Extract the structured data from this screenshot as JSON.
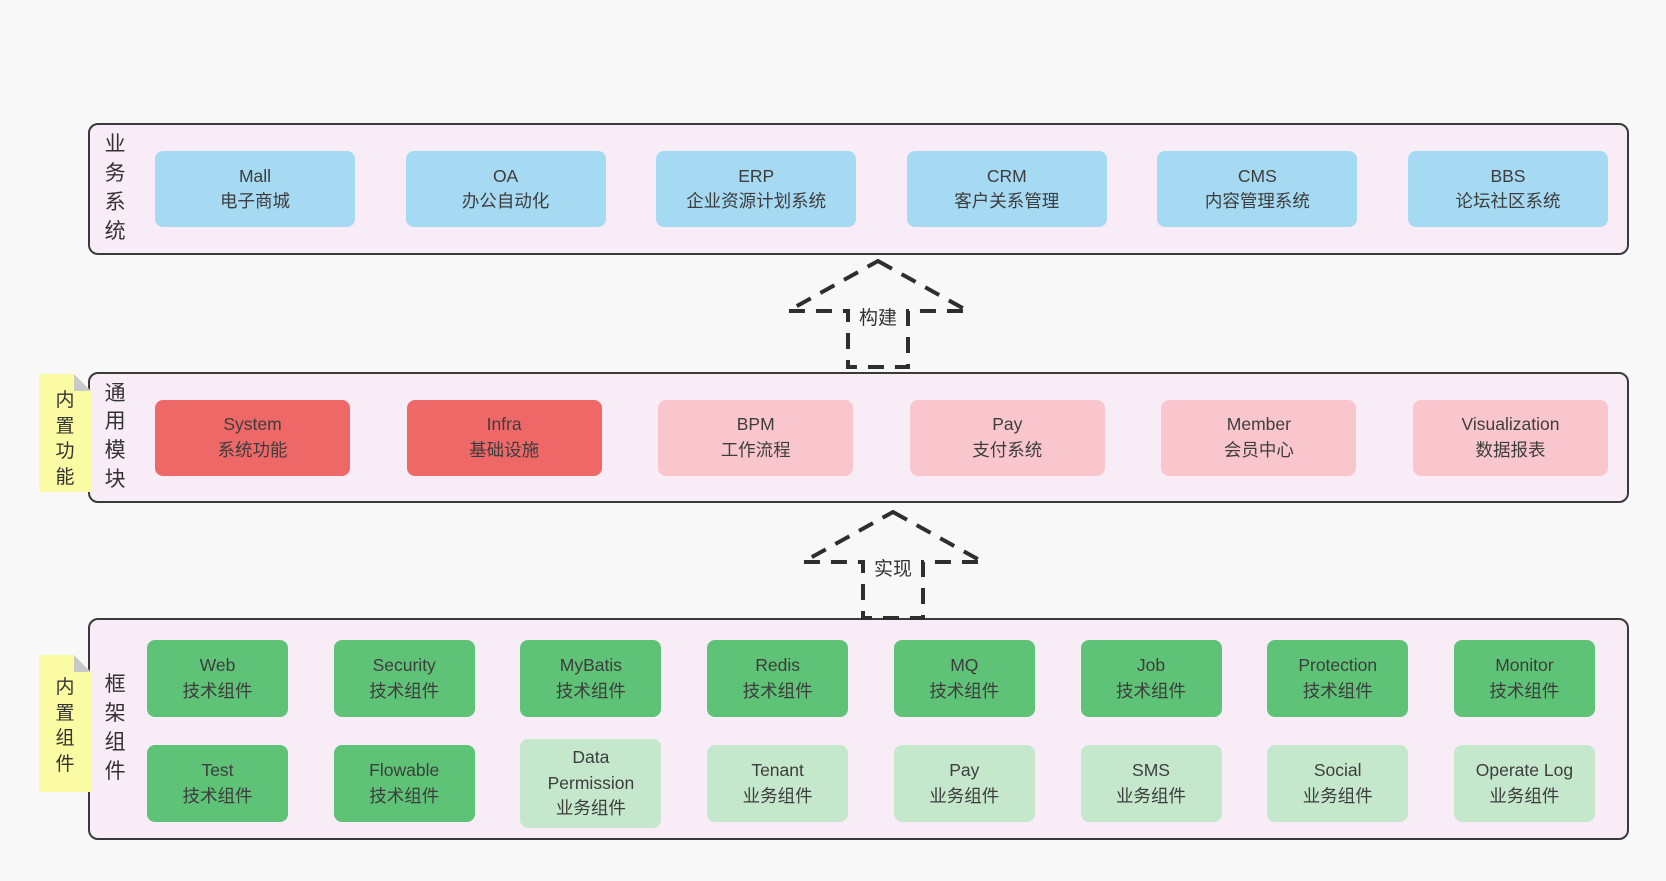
{
  "colors": {
    "page_background": "#f8f8f8",
    "band_background": "#f8edf7",
    "band_border": "#3a3a3a",
    "business_box": "#a6d9f2",
    "core_module_box": "#ef6868",
    "optional_module_box": "#fac6ce",
    "tech_component_box": "#5fc377",
    "biz_component_box": "#c5e8cd",
    "sticky_note": "#fbfba3",
    "sticky_fold": "#c9c9c9",
    "text": "#3d3d3d"
  },
  "bands": {
    "business": {
      "label": "业务系统",
      "boxes": [
        {
          "en": "Mall",
          "zh": "电子商城",
          "type": "blue"
        },
        {
          "en": "OA",
          "zh": "办公自动化",
          "type": "blue"
        },
        {
          "en": "ERP",
          "zh": "企业资源计划系统",
          "type": "blue"
        },
        {
          "en": "CRM",
          "zh": "客户关系管理",
          "type": "blue"
        },
        {
          "en": "CMS",
          "zh": "内容管理系统",
          "type": "blue"
        },
        {
          "en": "BBS",
          "zh": "论坛社区系统",
          "type": "blue"
        }
      ]
    },
    "modules": {
      "label": "通用模块",
      "boxes": [
        {
          "en": "System",
          "zh": "系统功能",
          "type": "red"
        },
        {
          "en": "Infra",
          "zh": "基础设施",
          "type": "red"
        },
        {
          "en": "BPM",
          "zh": "工作流程",
          "type": "pink"
        },
        {
          "en": "Pay",
          "zh": "支付系统",
          "type": "pink"
        },
        {
          "en": "Member",
          "zh": "会员中心",
          "type": "pink"
        },
        {
          "en": "Visualization",
          "zh": "数据报表",
          "type": "pink"
        }
      ]
    },
    "components": {
      "label": "框架组件",
      "rows": [
        [
          {
            "en": "Web",
            "zh": "技术组件",
            "type": "green"
          },
          {
            "en": "Security",
            "zh": "技术组件",
            "type": "green"
          },
          {
            "en": "MyBatis",
            "zh": "技术组件",
            "type": "green"
          },
          {
            "en": "Redis",
            "zh": "技术组件",
            "type": "green"
          },
          {
            "en": "MQ",
            "zh": "技术组件",
            "type": "green"
          },
          {
            "en": "Job",
            "zh": "技术组件",
            "type": "green"
          },
          {
            "en": "Protection",
            "zh": "技术组件",
            "type": "green"
          },
          {
            "en": "Monitor",
            "zh": "技术组件",
            "type": "green"
          }
        ],
        [
          {
            "en": "Test",
            "zh": "技术组件",
            "type": "green"
          },
          {
            "en": "Flowable",
            "zh": "技术组件",
            "type": "green"
          },
          {
            "en": "Data Permission",
            "zh": "业务组件",
            "type": "green-light"
          },
          {
            "en": "Tenant",
            "zh": "业务组件",
            "type": "green-light"
          },
          {
            "en": "Pay",
            "zh": "业务组件",
            "type": "green-light"
          },
          {
            "en": "SMS",
            "zh": "业务组件",
            "type": "green-light"
          },
          {
            "en": "Social",
            "zh": "业务组件",
            "type": "green-light"
          },
          {
            "en": "Operate Log",
            "zh": "业务组件",
            "type": "green-light"
          }
        ]
      ]
    }
  },
  "arrows": [
    {
      "label": "构建"
    },
    {
      "label": "实现"
    }
  ],
  "notes": [
    {
      "text": "内置功能"
    },
    {
      "text": "内置组件"
    }
  ]
}
